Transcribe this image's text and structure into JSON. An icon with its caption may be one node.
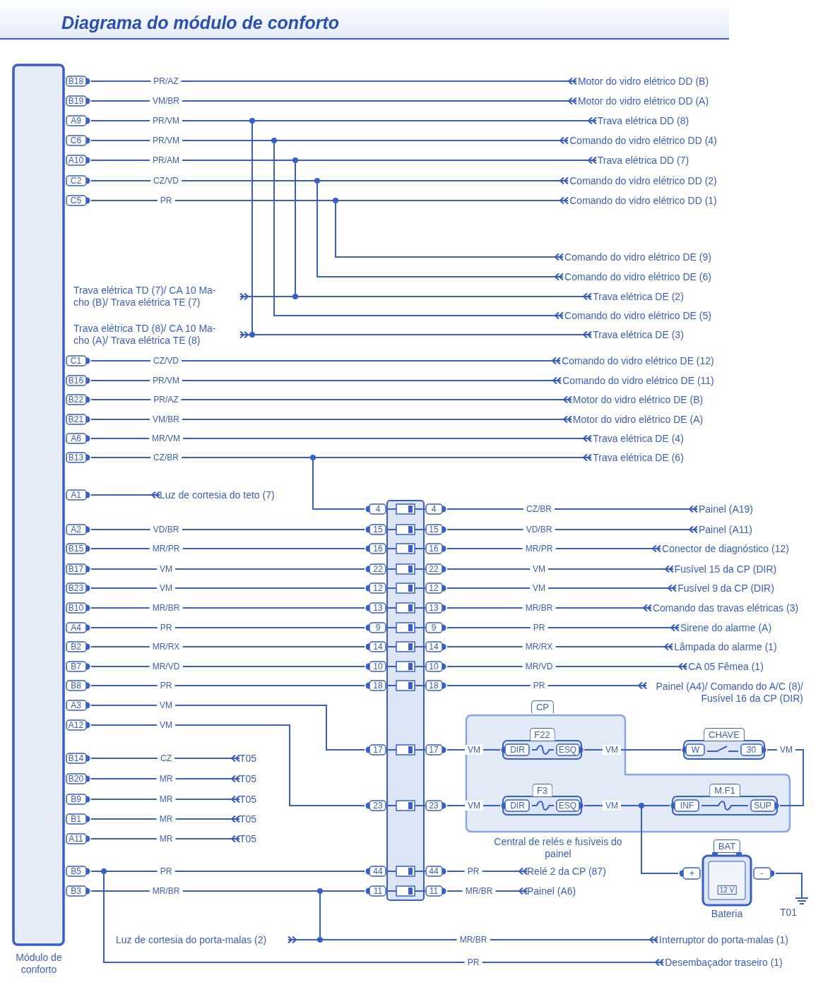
{
  "diagram": {
    "title": "Diagrama do módulo de conforto",
    "nodes": [
      {
        "text": [
          "Módulo de conforto"
        ]
      },
      {
        "text": [
          "B18"
        ]
      },
      {
        "text": [
          "B19"
        ]
      },
      {
        "text": [
          "A9"
        ]
      },
      {
        "text": [
          "C6"
        ]
      },
      {
        "text": [
          "A10"
        ]
      },
      {
        "text": [
          "C2"
        ]
      },
      {
        "text": [
          "C5"
        ]
      },
      {
        "text": [
          "C1"
        ]
      },
      {
        "text": [
          "B16"
        ]
      },
      {
        "text": [
          "B22"
        ]
      },
      {
        "text": [
          "B21"
        ]
      },
      {
        "text": [
          "A6"
        ]
      },
      {
        "text": [
          "B13"
        ]
      },
      {
        "text": [
          "A1"
        ]
      },
      {
        "text": [
          "A2"
        ]
      },
      {
        "text": [
          "B15"
        ]
      },
      {
        "text": [
          "B17"
        ]
      },
      {
        "text": [
          "B23"
        ]
      },
      {
        "text": [
          "B10"
        ]
      },
      {
        "text": [
          "A4"
        ]
      },
      {
        "text": [
          "B2"
        ]
      },
      {
        "text": [
          "B7"
        ]
      },
      {
        "text": [
          "B8"
        ]
      },
      {
        "text": [
          "A3"
        ]
      },
      {
        "text": [
          "A12"
        ]
      },
      {
        "text": [
          "B14"
        ]
      },
      {
        "text": [
          "B20"
        ]
      },
      {
        "text": [
          "B9"
        ]
      },
      {
        "text": [
          "B1"
        ]
      },
      {
        "text": [
          "A11"
        ]
      },
      {
        "text": [
          "B5"
        ]
      },
      {
        "text": [
          "B3"
        ]
      },
      {
        "text": [
          "Motor do vidro elétrico DD (B)"
        ]
      },
      {
        "text": [
          "Motor do vidro elétrico DD (A)"
        ]
      },
      {
        "text": [
          "Trava elétrica DD (8)"
        ]
      },
      {
        "text": [
          "Comando do vidro elétrico DD (4)"
        ]
      },
      {
        "text": [
          "Trava elétrica DD (7)"
        ]
      },
      {
        "text": [
          "Comando do vidro elétrico DD (2)"
        ]
      },
      {
        "text": [
          "Comando do vidro elétrico DD (1)"
        ]
      },
      {
        "text": [
          "Comando do vidro elétrico DE (9)"
        ]
      },
      {
        "text": [
          "Comando do vidro elétrico DE (6)"
        ]
      },
      {
        "text": [
          "Trava elétrica DE (2)"
        ]
      },
      {
        "text": [
          "Comando do vidro elétrico DE (5)"
        ]
      },
      {
        "text": [
          "Trava elétrica DE (3)"
        ]
      },
      {
        "text": [
          "Trava elétrica TD (7)/ CA 10 Ma-cho (B)/ Trava elétrica TE (7)"
        ]
      },
      {
        "text": [
          "Trava elétrica TD (8)/ CA 10 Ma-cho (A)/ Trava elétrica TE (8)"
        ]
      },
      {
        "text": [
          "Comando do vidro elétrico DE (12)"
        ]
      },
      {
        "text": [
          "Comando do vidro elétrico DE (11)"
        ]
      },
      {
        "text": [
          "Motor do vidro elétrico DE (B)"
        ]
      },
      {
        "text": [
          "Motor do vidro elétrico DE (A)"
        ]
      },
      {
        "text": [
          "Trava elétrica DE (4)"
        ]
      },
      {
        "text": [
          "Trava elétrica DE (6)"
        ]
      },
      {
        "text": [
          "Luz de cortesia do teto (7)"
        ]
      },
      {
        "text": [
          "4"
        ]
      },
      {
        "text": [
          "15"
        ]
      },
      {
        "text": [
          "16"
        ]
      },
      {
        "text": [
          "22"
        ]
      },
      {
        "text": [
          "12"
        ]
      },
      {
        "text": [
          "13"
        ]
      },
      {
        "text": [
          "9"
        ]
      },
      {
        "text": [
          "14"
        ]
      },
      {
        "text": [
          "10"
        ]
      },
      {
        "text": [
          "18"
        ]
      },
      {
        "text": [
          "17"
        ]
      },
      {
        "text": [
          "23"
        ]
      },
      {
        "text": [
          "44"
        ]
      },
      {
        "text": [
          "11"
        ]
      },
      {
        "text": [
          "4"
        ]
      },
      {
        "text": [
          "15"
        ]
      },
      {
        "text": [
          "16"
        ]
      },
      {
        "text": [
          "22"
        ]
      },
      {
        "text": [
          "12"
        ]
      },
      {
        "text": [
          "13"
        ]
      },
      {
        "text": [
          "9"
        ]
      },
      {
        "text": [
          "14"
        ]
      },
      {
        "text": [
          "10"
        ]
      },
      {
        "text": [
          "18"
        ]
      },
      {
        "text": [
          "17"
        ]
      },
      {
        "text": [
          "23"
        ]
      },
      {
        "text": [
          "44"
        ]
      },
      {
        "text": [
          "11"
        ]
      },
      {
        "text": [
          "Painel (A19)"
        ]
      },
      {
        "text": [
          "Painel (A11)"
        ]
      },
      {
        "text": [
          "Conector de diagnóstico (12)"
        ]
      },
      {
        "text": [
          "Fusível 15 da CP (DIR)"
        ]
      },
      {
        "text": [
          "Fusível 9 da CP (DIR)"
        ]
      },
      {
        "text": [
          "Comando das travas elétricas (3)"
        ]
      },
      {
        "text": [
          "Sirene do alarme (A)"
        ]
      },
      {
        "text": [
          "Lâmpada do alarme (1)"
        ]
      },
      {
        "text": [
          "CA 05 Fêmea (1)"
        ]
      },
      {
        "text": [
          "Painel (A4)/ Comando do A/C (8)/ Fusível 16 da CP (DIR)"
        ]
      },
      {
        "text": [
          "CP"
        ],
        "beside": [
          "Central de relés e fusíveis do painel"
        ]
      },
      {
        "text": [
          "F22"
        ],
        "in": 92
      },
      {
        "text": [
          "DIR"
        ],
        "in": 93
      },
      {
        "text": [
          "ESQ"
        ],
        "in": 93
      },
      {
        "text": [
          "F3"
        ],
        "in": 92
      },
      {
        "text": [
          "DIR"
        ],
        "in": 96
      },
      {
        "text": [
          "ESQ"
        ],
        "in": 96
      },
      {
        "text": [
          "M.F1"
        ],
        "in": 92
      },
      {
        "text": [
          "INF"
        ],
        "in": 99
      },
      {
        "text": [
          "SUP"
        ],
        "in": 99
      },
      {
        "text": [
          "CHAVE"
        ]
      },
      {
        "text": [
          "W"
        ],
        "in": 102
      },
      {
        "text": [
          "30"
        ],
        "in": 102
      },
      {
        "text": [
          "BAT",
          "12 V"
        ],
        "beside": [
          "Bateria"
        ]
      },
      {
        "text": [
          "+"
        ]
      },
      {
        "text": [
          "-"
        ]
      },
      {
        "text": [
          "T01"
        ]
      },
      {
        "text": [
          "T05"
        ]
      },
      {
        "text": [
          "T05"
        ]
      },
      {
        "text": [
          "T05"
        ]
      },
      {
        "text": [
          "T05"
        ]
      },
      {
        "text": [
          "T05"
        ]
      },
      {
        "text": [
          "Relé 2 da CP (87)"
        ]
      },
      {
        "text": [
          "Painel (A6)"
        ]
      },
      {
        "text": [
          "Luz de cortesia do porta-malas (2)"
        ]
      },
      {
        "text": [
          "Interruptor do porta-malas (1)"
        ]
      },
      {
        "text": [
          "Desembaçador traseiro (1)"
        ]
      }
    ],
    "edges": [
      {
        "from": 1,
        "to": 33,
        "arrow": "other",
        "label": "PR/AZ"
      },
      {
        "from": 2,
        "to": 34,
        "arrow": "other",
        "label": "VM/BR"
      },
      {
        "from": 3,
        "to": 35,
        "arrow": "other",
        "label": "PR/VM"
      },
      {
        "from": 3,
        "to": 44,
        "arrow": "other"
      },
      {
        "from": 3,
        "to": 46,
        "arrow": "other"
      },
      {
        "from": 4,
        "to": 36,
        "arrow": "other",
        "label": "PR/VM"
      },
      {
        "from": 4,
        "to": 43,
        "arrow": "other"
      },
      {
        "from": 5,
        "to": 37,
        "arrow": "other",
        "label": "PR/AM"
      },
      {
        "from": 5,
        "to": 42,
        "arrow": "other"
      },
      {
        "from": 5,
        "to": 45,
        "arrow": "other"
      },
      {
        "from": 6,
        "to": 38,
        "arrow": "other",
        "label": "CZ/VD"
      },
      {
        "from": 6,
        "to": 41,
        "arrow": "other"
      },
      {
        "from": 7,
        "to": 39,
        "arrow": "other",
        "label": "PR"
      },
      {
        "from": 7,
        "to": 40,
        "arrow": "other"
      },
      {
        "from": 8,
        "to": 47,
        "arrow": "other",
        "label": "CZ/VD"
      },
      {
        "from": 9,
        "to": 48,
        "arrow": "other",
        "label": "PR/VM"
      },
      {
        "from": 10,
        "to": 49,
        "arrow": "other",
        "label": "PR/AZ"
      },
      {
        "from": 11,
        "to": 50,
        "arrow": "other",
        "label": "VM/BR"
      },
      {
        "from": 12,
        "to": 51,
        "arrow": "other",
        "label": "MR/VM"
      },
      {
        "from": 13,
        "to": 52,
        "arrow": "other",
        "label": "CZ/BR"
      },
      {
        "from": 13,
        "to": 54,
        "arrow": "none"
      },
      {
        "from": 14,
        "to": 53,
        "arrow": "other"
      },
      {
        "from": 54,
        "to": 68,
        "arrow": "none"
      },
      {
        "from": 68,
        "to": 82,
        "arrow": "other",
        "label": "CZ/BR"
      },
      {
        "from": 15,
        "to": 55,
        "arrow": "none",
        "label": "VD/BR"
      },
      {
        "from": 55,
        "to": 69,
        "arrow": "none"
      },
      {
        "from": 69,
        "to": 83,
        "arrow": "other",
        "label": "VD/BR"
      },
      {
        "from": 16,
        "to": 56,
        "arrow": "none",
        "label": "MR/PR"
      },
      {
        "from": 56,
        "to": 70,
        "arrow": "none"
      },
      {
        "from": 70,
        "to": 84,
        "arrow": "other",
        "label": "MR/PR"
      },
      {
        "from": 17,
        "to": 57,
        "arrow": "none",
        "label": "VM"
      },
      {
        "from": 57,
        "to": 71,
        "arrow": "none"
      },
      {
        "from": 71,
        "to": 85,
        "arrow": "other",
        "label": "VM"
      },
      {
        "from": 18,
        "to": 58,
        "arrow": "none",
        "label": "VM"
      },
      {
        "from": 58,
        "to": 72,
        "arrow": "none"
      },
      {
        "from": 72,
        "to": 86,
        "arrow": "other",
        "label": "VM"
      },
      {
        "from": 19,
        "to": 59,
        "arrow": "none",
        "label": "MR/BR"
      },
      {
        "from": 59,
        "to": 73,
        "arrow": "none"
      },
      {
        "from": 73,
        "to": 87,
        "arrow": "other",
        "label": "MR/BR"
      },
      {
        "from": 20,
        "to": 60,
        "arrow": "none",
        "label": "PR"
      },
      {
        "from": 60,
        "to": 74,
        "arrow": "none"
      },
      {
        "from": 74,
        "to": 88,
        "arrow": "other",
        "label": "PR"
      },
      {
        "from": 21,
        "to": 61,
        "arrow": "none",
        "label": "MR/RX"
      },
      {
        "from": 61,
        "to": 75,
        "arrow": "none"
      },
      {
        "from": 75,
        "to": 89,
        "arrow": "other",
        "label": "MR/RX"
      },
      {
        "from": 22,
        "to": 62,
        "arrow": "none",
        "label": "MR/VD"
      },
      {
        "from": 62,
        "to": 76,
        "arrow": "none"
      },
      {
        "from": 76,
        "to": 90,
        "arrow": "other",
        "label": "MR/VD"
      },
      {
        "from": 23,
        "to": 63,
        "arrow": "none",
        "label": "PR"
      },
      {
        "from": 63,
        "to": 77,
        "arrow": "none"
      },
      {
        "from": 77,
        "to": 91,
        "arrow": "other",
        "label": "PR"
      },
      {
        "from": 24,
        "to": 64,
        "arrow": "none",
        "label": "VM"
      },
      {
        "from": 64,
        "to": 78,
        "arrow": "none"
      },
      {
        "from": 78,
        "to": 94,
        "arrow": "none",
        "label": "VM"
      },
      {
        "from": 25,
        "to": 65,
        "arrow": "none",
        "label": "VM"
      },
      {
        "from": 65,
        "to": 79,
        "arrow": "none"
      },
      {
        "from": 79,
        "to": 97,
        "arrow": "none",
        "label": "VM"
      },
      {
        "from": 95,
        "to": 103,
        "arrow": "none",
        "label": "VM"
      },
      {
        "from": 104,
        "to": 101,
        "arrow": "none",
        "label": "VM"
      },
      {
        "from": 98,
        "to": 100,
        "arrow": "none",
        "label": "VM"
      },
      {
        "from": 98,
        "to": 106,
        "arrow": "none"
      },
      {
        "from": 107,
        "to": 108,
        "arrow": "none"
      },
      {
        "from": 26,
        "to": 109,
        "arrow": "other",
        "label": "CZ"
      },
      {
        "from": 27,
        "to": 110,
        "arrow": "other",
        "label": "MR"
      },
      {
        "from": 28,
        "to": 111,
        "arrow": "other",
        "label": "MR"
      },
      {
        "from": 29,
        "to": 112,
        "arrow": "other",
        "label": "MR"
      },
      {
        "from": 30,
        "to": 113,
        "arrow": "other",
        "label": "MR"
      },
      {
        "from": 31,
        "to": 66,
        "arrow": "none",
        "label": "PR"
      },
      {
        "from": 66,
        "to": 80,
        "arrow": "none"
      },
      {
        "from": 80,
        "to": 114,
        "arrow": "other",
        "label": "PR"
      },
      {
        "from": 31,
        "to": 118,
        "arrow": "other",
        "label": "PR"
      },
      {
        "from": 32,
        "to": 67,
        "arrow": "none",
        "label": "MR/BR"
      },
      {
        "from": 67,
        "to": 81,
        "arrow": "none"
      },
      {
        "from": 81,
        "to": 115,
        "arrow": "other",
        "label": "MR/BR"
      },
      {
        "from": 32,
        "to": 116,
        "arrow": "other"
      },
      {
        "from": 32,
        "to": 117,
        "arrow": "other",
        "label": "MR/BR"
      }
    ]
  }
}
